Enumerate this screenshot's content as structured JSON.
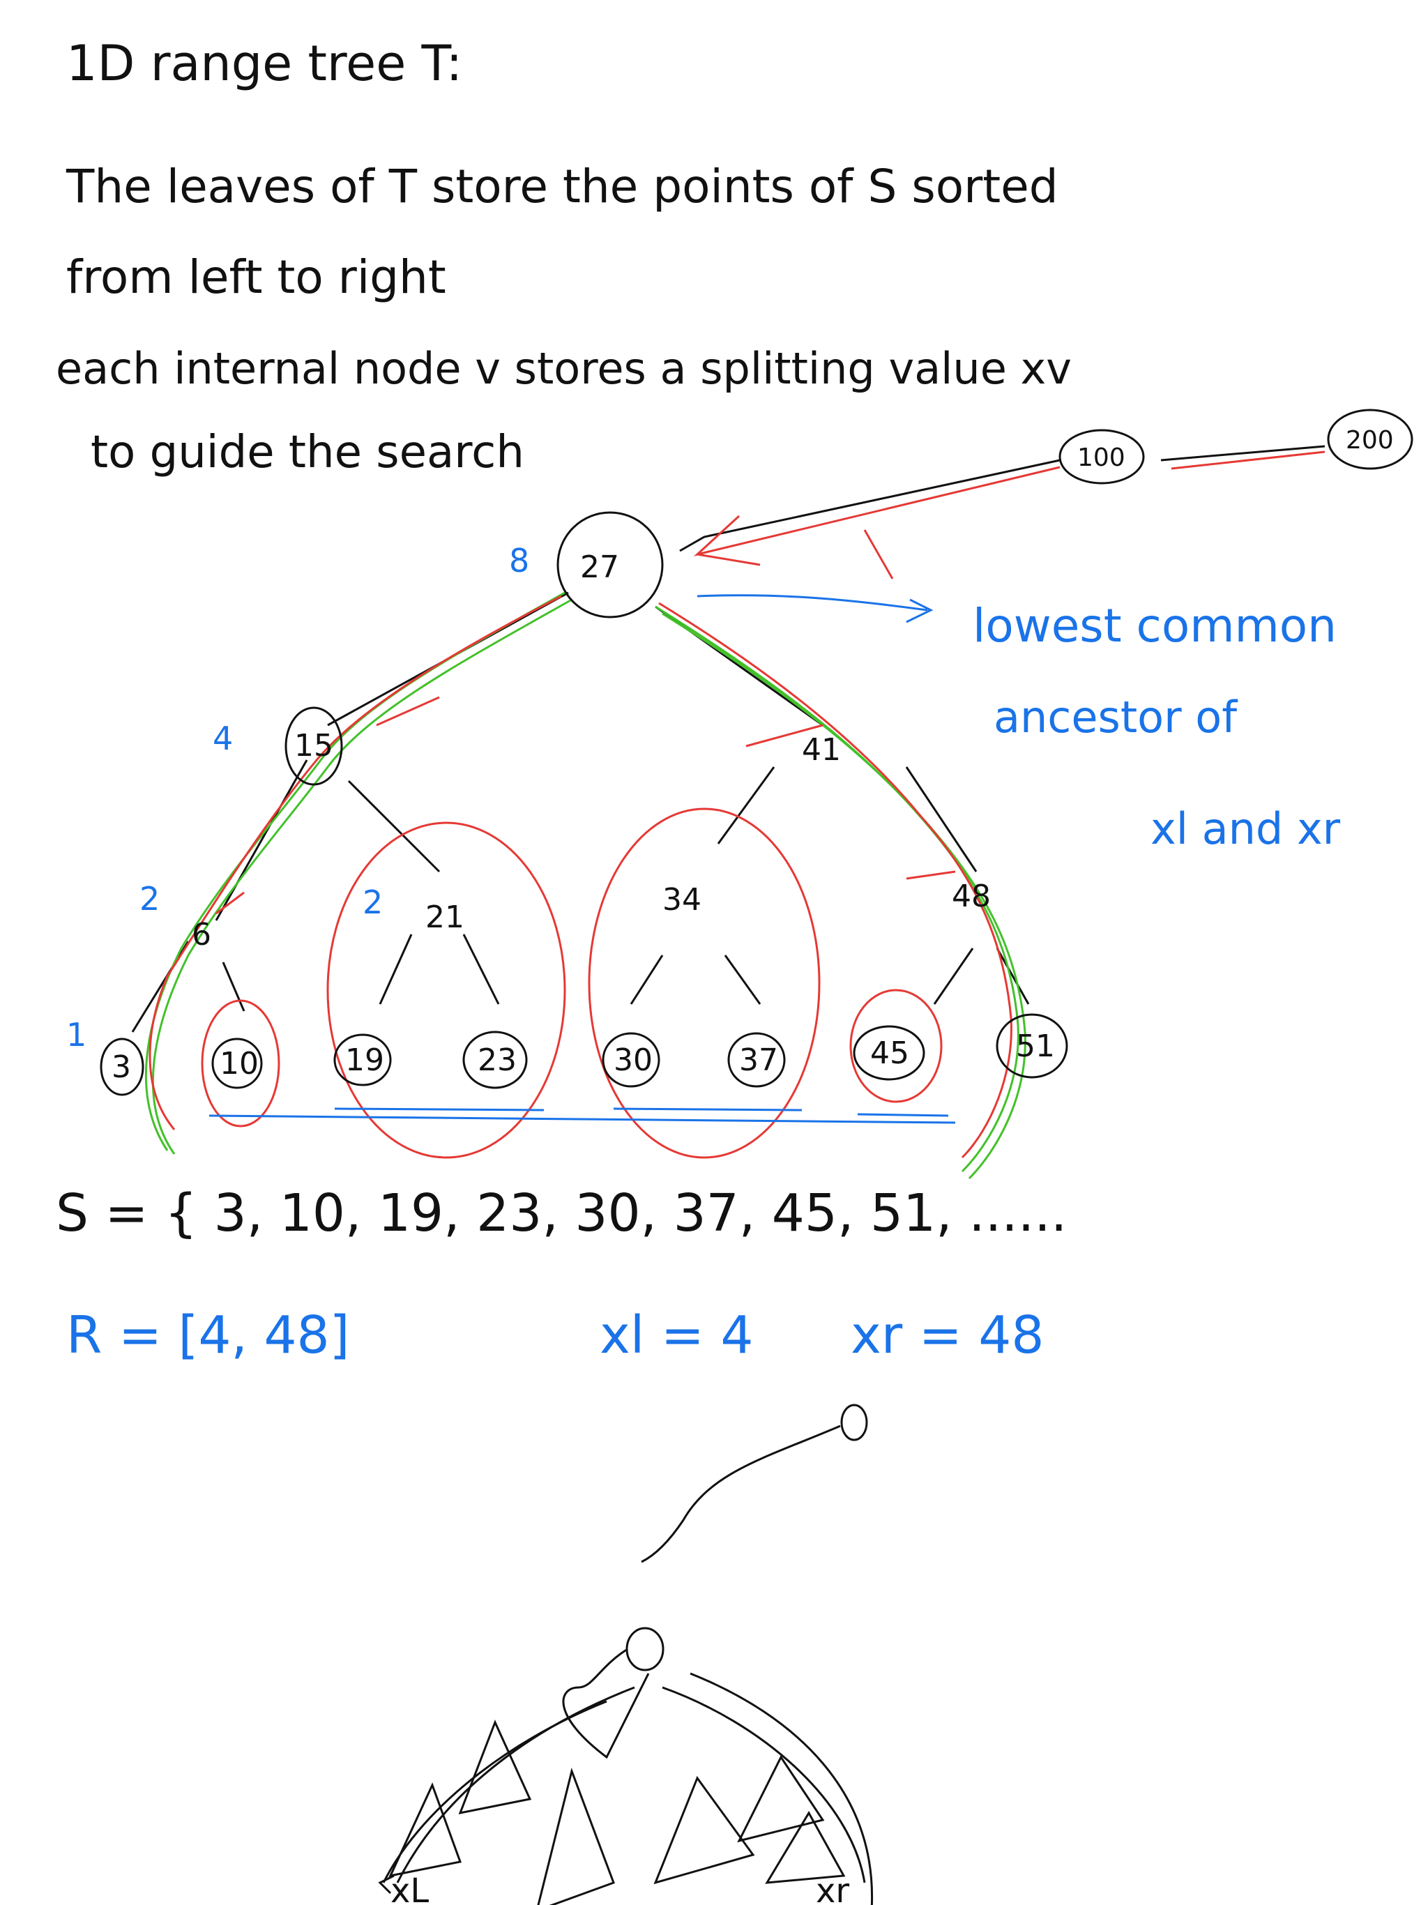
{
  "notes": {
    "line1": "1D range tree T:",
    "line2": "The leaves of T store the points of S sorted",
    "line3": "from left to right",
    "line4": "each internal node v stores a splitting value xv",
    "line5": "to guide the search"
  },
  "annotations": {
    "lca_line1": "lowest common",
    "lca_line2": "ancestor of",
    "lca_line3": "xl and xr",
    "set_line": "S = { 3, 10, 19, 23, 30, 37, 45, 51, ......",
    "range_R": "R = [4, 48]",
    "xl_eq": "xl = 4",
    "xr_eq": "xr = 48",
    "xL_label": "xL",
    "xR_label": "xr",
    "extra_node_100": "100",
    "extra_node_200": "200"
  },
  "tree": {
    "root": "27",
    "internal": {
      "n15": "15",
      "n41": "41",
      "n6": "6",
      "n21": "21",
      "n34": "34",
      "n48": "48"
    },
    "leaves": [
      "3",
      "10",
      "19",
      "23",
      "30",
      "37",
      "45",
      "51"
    ],
    "blue_numbers": {
      "root_count": "8",
      "n15_count": "4",
      "n6_count": "2",
      "n21_count": "2",
      "leaf_count": "1"
    }
  },
  "colors": {
    "ink": "#111111",
    "blue": "#1a73e8",
    "red": "#e53935",
    "green": "#43c12a"
  }
}
